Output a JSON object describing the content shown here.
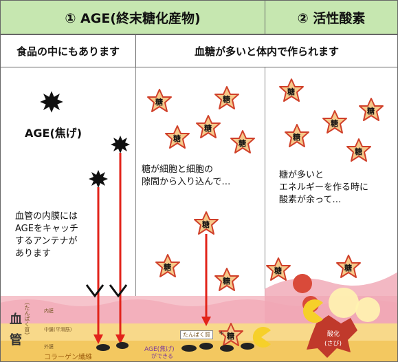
{
  "header": {
    "left": "① AGE(終末糖化産物)",
    "right": "② 活性酸素"
  },
  "subheader": {
    "left": "食品の中にもあります",
    "right": "血糖が多いと体内で作られます"
  },
  "labels": {
    "age_food": "AGE(焦げ)",
    "receptor_text": [
      "血管の内膜には",
      "AGEをキャッチ",
      "するアンテナが",
      "あります"
    ],
    "sugar_text": [
      "糖が細胞と細胞の",
      "隙間から入り込んで…"
    ],
    "ros_text": [
      "糖が多いと",
      "エネルギーを作る時に",
      "酸素が余って…"
    ],
    "sugar_glyph": "糖"
  },
  "vessel": {
    "char1": "血",
    "char2": "管",
    "protein": "(たんぱく質)",
    "layer_inner": "内膜",
    "layer_middle": "中膜(平滑筋)",
    "layer_outer": "外膜",
    "collagen": "コラーゲン繊維",
    "protein_box": "たんぱく質",
    "plus": "+",
    "age_caption": "AGE(焦げ)",
    "age_caption2": "ができる",
    "oxidation": "酸化",
    "rust": "(さび)"
  },
  "colors": {
    "header_bg": "#c6e7b0",
    "arrow": "#e2231a",
    "star_fill": "#f6c98a",
    "star_stroke": "#d0402a",
    "vessel_pink": "#f3b8c0",
    "vessel_yellow": "#f5dc7a"
  }
}
